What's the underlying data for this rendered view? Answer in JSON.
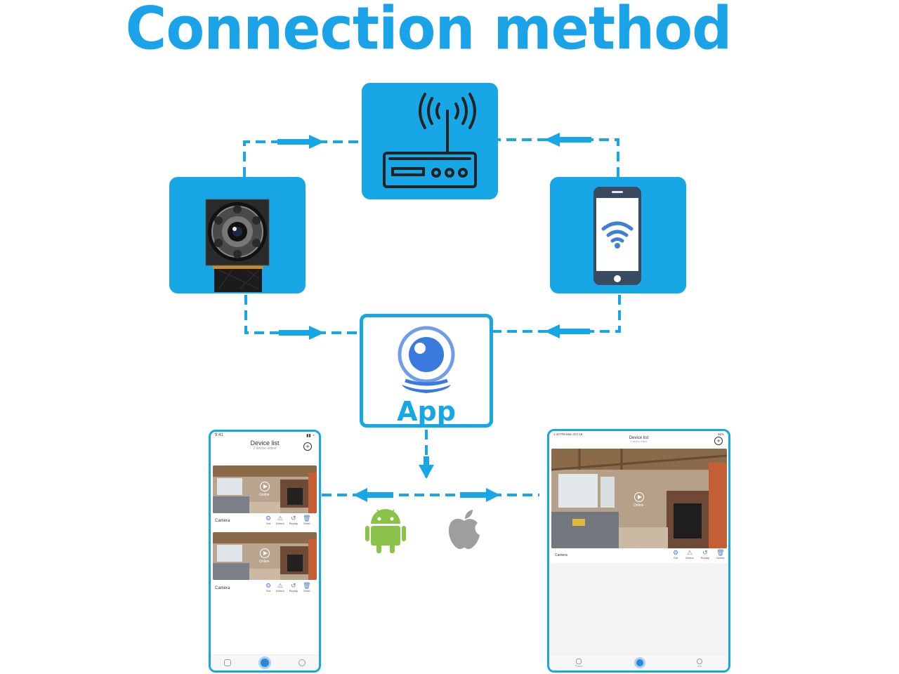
{
  "title": "Connection method",
  "app_label": "App",
  "colors": {
    "accent": "#17a6e6",
    "android": "#8bc34a",
    "apple": "#9e9e9e"
  },
  "phone_small": {
    "time": "9:41",
    "title": "Device list",
    "subtitle": "2 device online",
    "cameras": [
      {
        "name": "Camera",
        "status": "Online"
      },
      {
        "name": "Camera",
        "status": "Online"
      }
    ],
    "actions": [
      "Set",
      "Detect",
      "Replay",
      "Delet"
    ]
  },
  "phone_large": {
    "time": "1:43 PM  Mon Oct 18",
    "battery": "66%",
    "title": "Device list",
    "subtitle": "1 device online",
    "cameras": [
      {
        "name": "Camera",
        "status": "Online"
      }
    ],
    "actions": [
      "Set",
      "Detect",
      "Replay",
      "Delete"
    ],
    "nav": [
      "Plaza",
      "",
      "Me"
    ]
  },
  "icons": [
    "router-icon",
    "camera-module-icon",
    "smartphone-wifi-icon",
    "app-camera-icon",
    "android-icon",
    "apple-icon"
  ]
}
